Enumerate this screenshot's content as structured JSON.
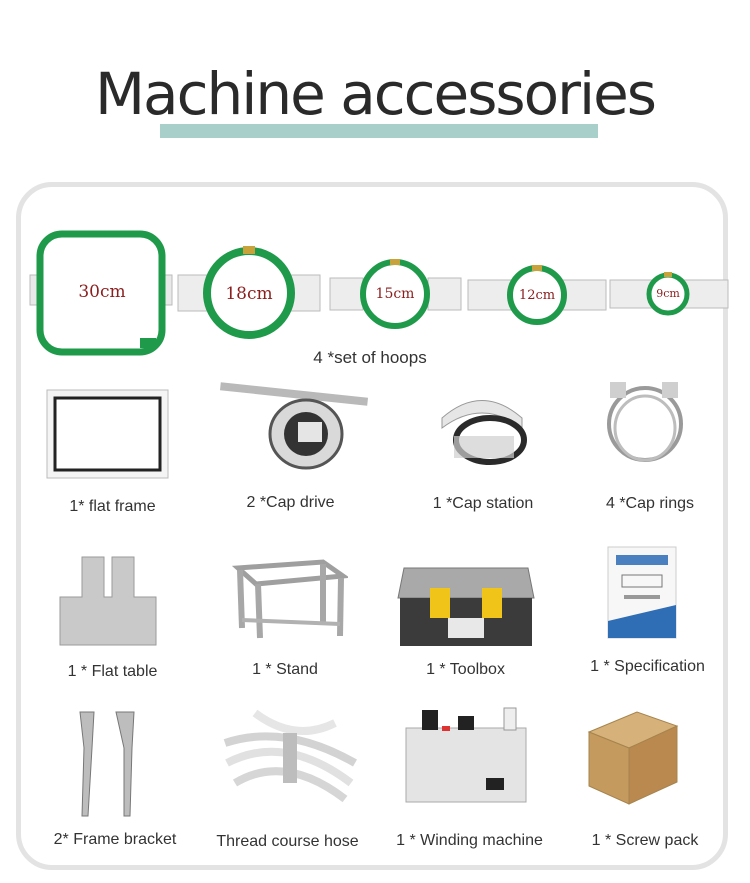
{
  "page": {
    "title": "Machine accessories",
    "accent_color": "#a8cfc9",
    "hoop_color": "#1f9a4a",
    "label_color": "#8b1e1e"
  },
  "hoops": {
    "sizes": [
      "30cm",
      "18cm",
      "15cm",
      "12cm",
      "9cm"
    ],
    "caption": "4 *set of hoops"
  },
  "items": [
    {
      "name": "flat-frame",
      "caption": "1* flat  frame",
      "icon": "flat-frame-icon"
    },
    {
      "name": "cap-drive",
      "caption": "2 *Cap drive",
      "icon": "cap-drive-icon"
    },
    {
      "name": "cap-station",
      "caption": "1 *Cap station",
      "icon": "cap-station-icon"
    },
    {
      "name": "cap-rings",
      "caption": "4 *Cap rings",
      "icon": "cap-rings-icon"
    },
    {
      "name": "flat-table",
      "caption": "1 * Flat table",
      "icon": "flat-table-icon"
    },
    {
      "name": "stand",
      "caption": "1 * Stand",
      "icon": "stand-icon"
    },
    {
      "name": "toolbox",
      "caption": "1 * Toolbox",
      "icon": "toolbox-icon"
    },
    {
      "name": "specification",
      "caption": "1 * Specification",
      "icon": "manual-icon"
    },
    {
      "name": "frame-bracket",
      "caption": "2* Frame bracket",
      "icon": "bracket-icon"
    },
    {
      "name": "thread-hose",
      "caption": "Thread course hose",
      "icon": "hose-icon"
    },
    {
      "name": "winding-machine",
      "caption": "1 * Winding machine",
      "icon": "winder-icon"
    },
    {
      "name": "screw-pack",
      "caption": "1 * Screw pack",
      "icon": "box-icon"
    }
  ]
}
